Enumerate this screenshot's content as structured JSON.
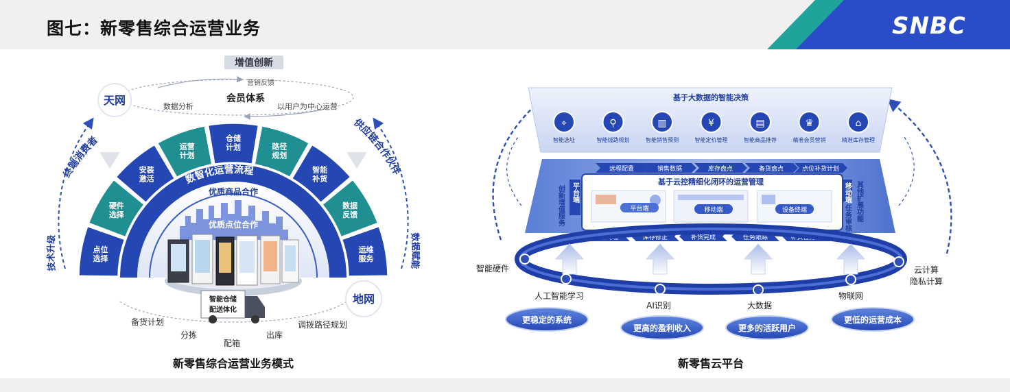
{
  "header": {
    "title": "图七：新零售综合运营业务",
    "logo_text": "SNBC"
  },
  "left": {
    "caption": "新零售综合运营业务模式",
    "top_label": "增值创新",
    "tianwang": "天网",
    "diwang": "地网",
    "member_system": "会员体系",
    "marketing_feedback": "营销反馈",
    "data_analysis": "数据分析",
    "user_centric": "以用户为中心运营",
    "arc_left_label": "终端消费者",
    "arc_right_label": "供应链合作伙伴",
    "side_left_label": "技术升级",
    "side_right_label": "数据赋能",
    "outer_segments": [
      "点位选择",
      "硬件选择",
      "安装激活",
      "运营计划",
      "仓储计划",
      "路径规划",
      "智能补货",
      "数据反馈",
      "运维服务"
    ],
    "band_label": "数智化运营流程",
    "quality_goods": "优质商品合作",
    "quality_points": "优质点位合作",
    "truck_label_1": "智能仓储",
    "truck_label_2": "配送体化",
    "logistics": [
      "备货计划",
      "分拣",
      "配箱",
      "出库",
      "调拨路径规划"
    ]
  },
  "right": {
    "caption": "新零售云平台",
    "decision_title": "基于大数据的智能决策",
    "decision_items": [
      "智能选址",
      "智能线路规划",
      "智能销售预测",
      "智能定价管理",
      "智能商品推荐",
      "精准会员营销",
      "精准库存管理"
    ],
    "top_flow": [
      "远程配置",
      "销售数据",
      "库存盘点",
      "备货盘点",
      "点位补货计划"
    ],
    "bottom_flow": [
      "设备终端",
      "库存修正",
      "补货完成",
      "任务跟踪",
      "补货任务单"
    ],
    "core_title": "基于云控精细化闭环的运营管理",
    "screens": [
      "平台端",
      "移动端",
      "设备终端"
    ],
    "platform_label": "平台端",
    "left_vertical": "创新增值服务",
    "right_vertical_1": "移动端",
    "right_vertical_2": "任务审核",
    "right_vertical_3": "其他扩展功能",
    "ring_labels": [
      "智能硬件",
      "人工智能学习",
      "AI识别",
      "大数据",
      "物联网",
      "云计算",
      "隐私计算"
    ],
    "outcomes": [
      "更稳定的系统",
      "更高的盈利收入",
      "更多的活跃用户",
      "更低的运营成本"
    ]
  }
}
